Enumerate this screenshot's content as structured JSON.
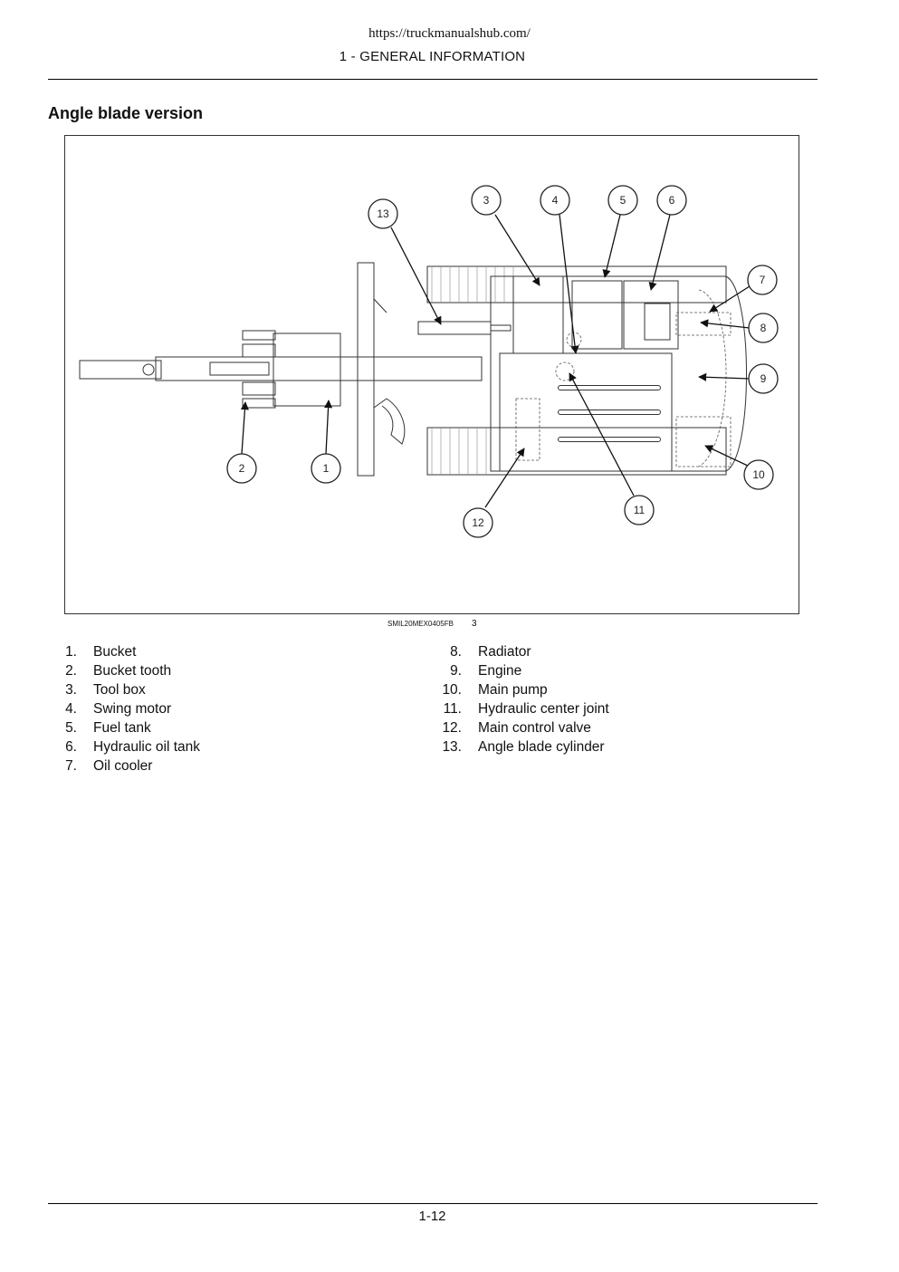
{
  "header": {
    "url": "https://truckmanualshub.com/",
    "chapter": "1 - GENERAL INFORMATION"
  },
  "section_title": "Angle blade version",
  "figure": {
    "reference": "SMIL20MEX0405FB",
    "number": "3",
    "callouts": [
      "1",
      "2",
      "3",
      "4",
      "5",
      "6",
      "7",
      "8",
      "9",
      "10",
      "11",
      "12",
      "13"
    ]
  },
  "legend_left": [
    {
      "num": "1.",
      "label": "Bucket"
    },
    {
      "num": "2.",
      "label": "Bucket tooth"
    },
    {
      "num": "3.",
      "label": "Tool box"
    },
    {
      "num": "4.",
      "label": "Swing motor"
    },
    {
      "num": "5.",
      "label": "Fuel tank"
    },
    {
      "num": "6.",
      "label": "Hydraulic oil tank"
    },
    {
      "num": "7.",
      "label": "Oil cooler"
    }
  ],
  "legend_right": [
    {
      "num": "8.",
      "label": "Radiator"
    },
    {
      "num": "9.",
      "label": "Engine"
    },
    {
      "num": "10.",
      "label": "Main pump"
    },
    {
      "num": "11.",
      "label": "Hydraulic center joint"
    },
    {
      "num": "12.",
      "label": "Main control valve"
    },
    {
      "num": "13.",
      "label": "Angle blade cylinder"
    }
  ],
  "footer": {
    "page_number": "1-12"
  }
}
